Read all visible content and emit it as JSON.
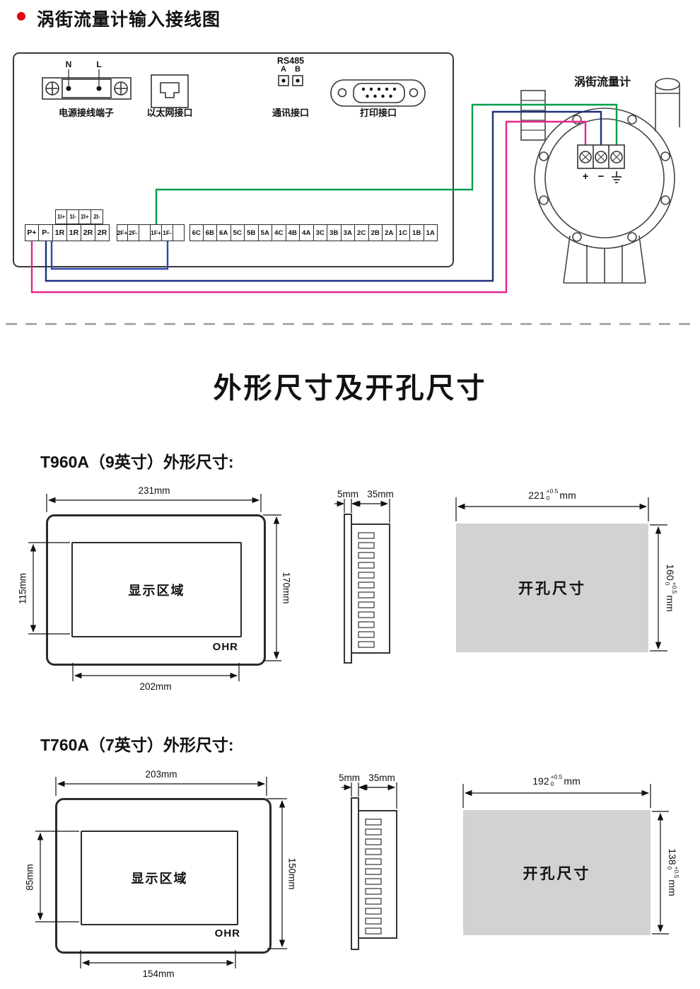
{
  "header": {
    "bullet_color": "#e60012",
    "title": "涡街流量计输入接线图"
  },
  "wiring": {
    "power": {
      "label": "电源接线端子",
      "pin_n": "N",
      "pin_l": "L"
    },
    "ethernet": {
      "label": "以太网接口"
    },
    "comm": {
      "label": "通讯接口",
      "protocol": "RS485",
      "pin_a": "A",
      "pin_b": "B"
    },
    "printer": {
      "label": "打印接口"
    },
    "terminals": {
      "small": [
        "1I+",
        "1I-",
        "2I+",
        "2I-"
      ],
      "left": [
        "P+",
        "P-",
        "1R",
        "1R",
        "2R",
        "2R"
      ],
      "mid": [
        "2F+",
        "2F-",
        "",
        "1F+",
        "1F-",
        ""
      ],
      "main": [
        "6C",
        "6B",
        "6A",
        "5C",
        "5B",
        "5A",
        "4C",
        "4B",
        "4A",
        "3C",
        "3B",
        "3A",
        "2C",
        "2B",
        "2A",
        "1C",
        "1B",
        "1A"
      ]
    },
    "flowmeter": {
      "label": "涡街流量计",
      "plus": "+",
      "minus": "−"
    },
    "wire_colors": {
      "pink": "#E8248C",
      "navy": "#1E2F7D",
      "green": "#009F4D",
      "blue": "#2F49A8"
    }
  },
  "section_title": "外形尺寸及开孔尺寸",
  "t960a": {
    "heading": "T960A（9英寸）外形尺寸:",
    "front": {
      "width_top": "231mm",
      "display_height": "115mm",
      "height_right": "170mm",
      "width_bottom": "202mm",
      "display_label": "显示区域",
      "logo": "OHR"
    },
    "side": {
      "bezel": "5mm",
      "depth": "35mm"
    },
    "cutout": {
      "label": "开孔尺寸",
      "width": {
        "base": "221",
        "tol_up": "+0.5",
        "tol_down": "0",
        "unit": "mm"
      },
      "height": {
        "base": "160",
        "tol_up": "+0.5",
        "tol_down": "0",
        "unit": "mm"
      }
    }
  },
  "t760a": {
    "heading": "T760A（7英寸）外形尺寸:",
    "front": {
      "width_top": "203mm",
      "display_height": "85mm",
      "height_right": "150mm",
      "width_bottom": "154mm",
      "display_label": "显示区域",
      "logo": "OHR"
    },
    "side": {
      "bezel": "5mm",
      "depth": "35mm"
    },
    "cutout": {
      "label": "开孔尺寸",
      "width": {
        "base": "192",
        "tol_up": "+0.5",
        "tol_down": "0",
        "unit": "mm"
      },
      "height": {
        "base": "138",
        "tol_up": "+0.5",
        "tol_down": "0",
        "unit": "mm"
      }
    }
  }
}
